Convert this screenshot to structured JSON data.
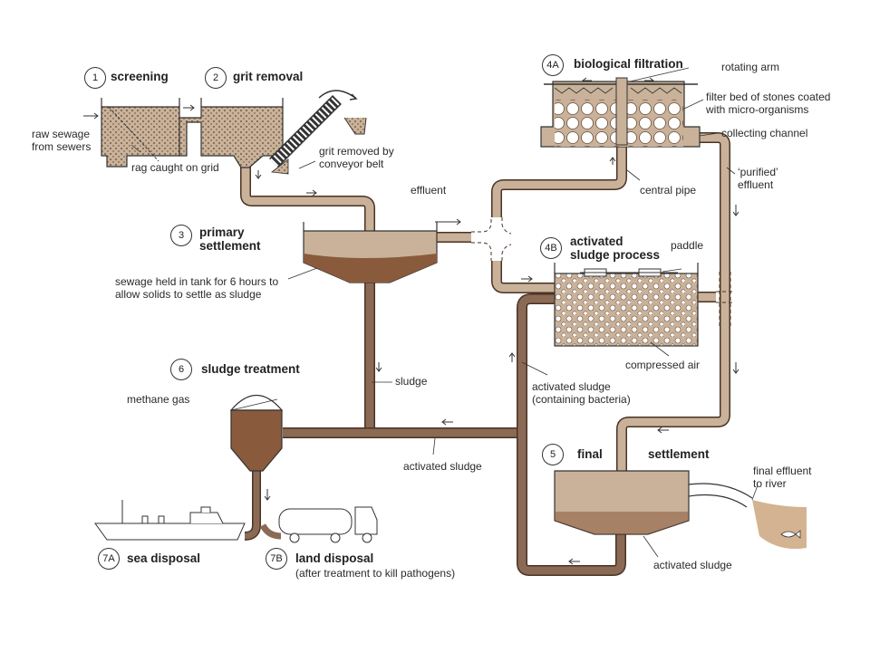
{
  "stages": {
    "s1": {
      "num": "1",
      "title": "screening"
    },
    "s2": {
      "num": "2",
      "title": "grit removal"
    },
    "s3": {
      "num": "3",
      "title": "primary\nsettlement"
    },
    "s4a": {
      "num": "4A",
      "title": "biological filtration"
    },
    "s4b": {
      "num": "4B",
      "title": "activated\nsludge process"
    },
    "s5a": {
      "num": "5",
      "title": "final"
    },
    "s5b": {
      "title": "settlement"
    },
    "s6": {
      "num": "6",
      "title": "sludge treatment"
    },
    "s7a": {
      "num": "7A",
      "title": "sea disposal"
    },
    "s7b": {
      "num": "7B",
      "title": "land disposal"
    }
  },
  "labels": {
    "raw_sewage": "raw sewage\nfrom sewers",
    "rag": "rag caught on grid",
    "grit_conveyor": "grit removed by\nconveyor belt",
    "effluent": "effluent",
    "sewage_held": "sewage held in tank for 6 hours to\nallow solids to settle as sludge",
    "sludge": "sludge",
    "methane": "methane gas",
    "activated_sludge_mid": "activated sludge",
    "activated_sludge_bacteria": "activated sludge\n(containing bacteria)",
    "rotating_arm": "rotating arm",
    "filter_bed": "filter bed of stones coated\nwith micro-organisms",
    "collecting_channel": "collecting channel",
    "central_pipe": "central pipe",
    "purified_effluent": "‘purified’\neffluent",
    "paddle": "paddle",
    "compressed_air": "compressed air",
    "final_effluent": "final effluent\nto river",
    "activated_sludge_final": "activated sludge",
    "land_disposal_note": "(after treatment to kill pathogens)"
  },
  "colors": {
    "pipe": "#8b6a55",
    "pipe_edge": "#4a3325",
    "liquid": "#c9b299",
    "sludge": "#8a5a3c",
    "water_river": "#c49a6c"
  }
}
